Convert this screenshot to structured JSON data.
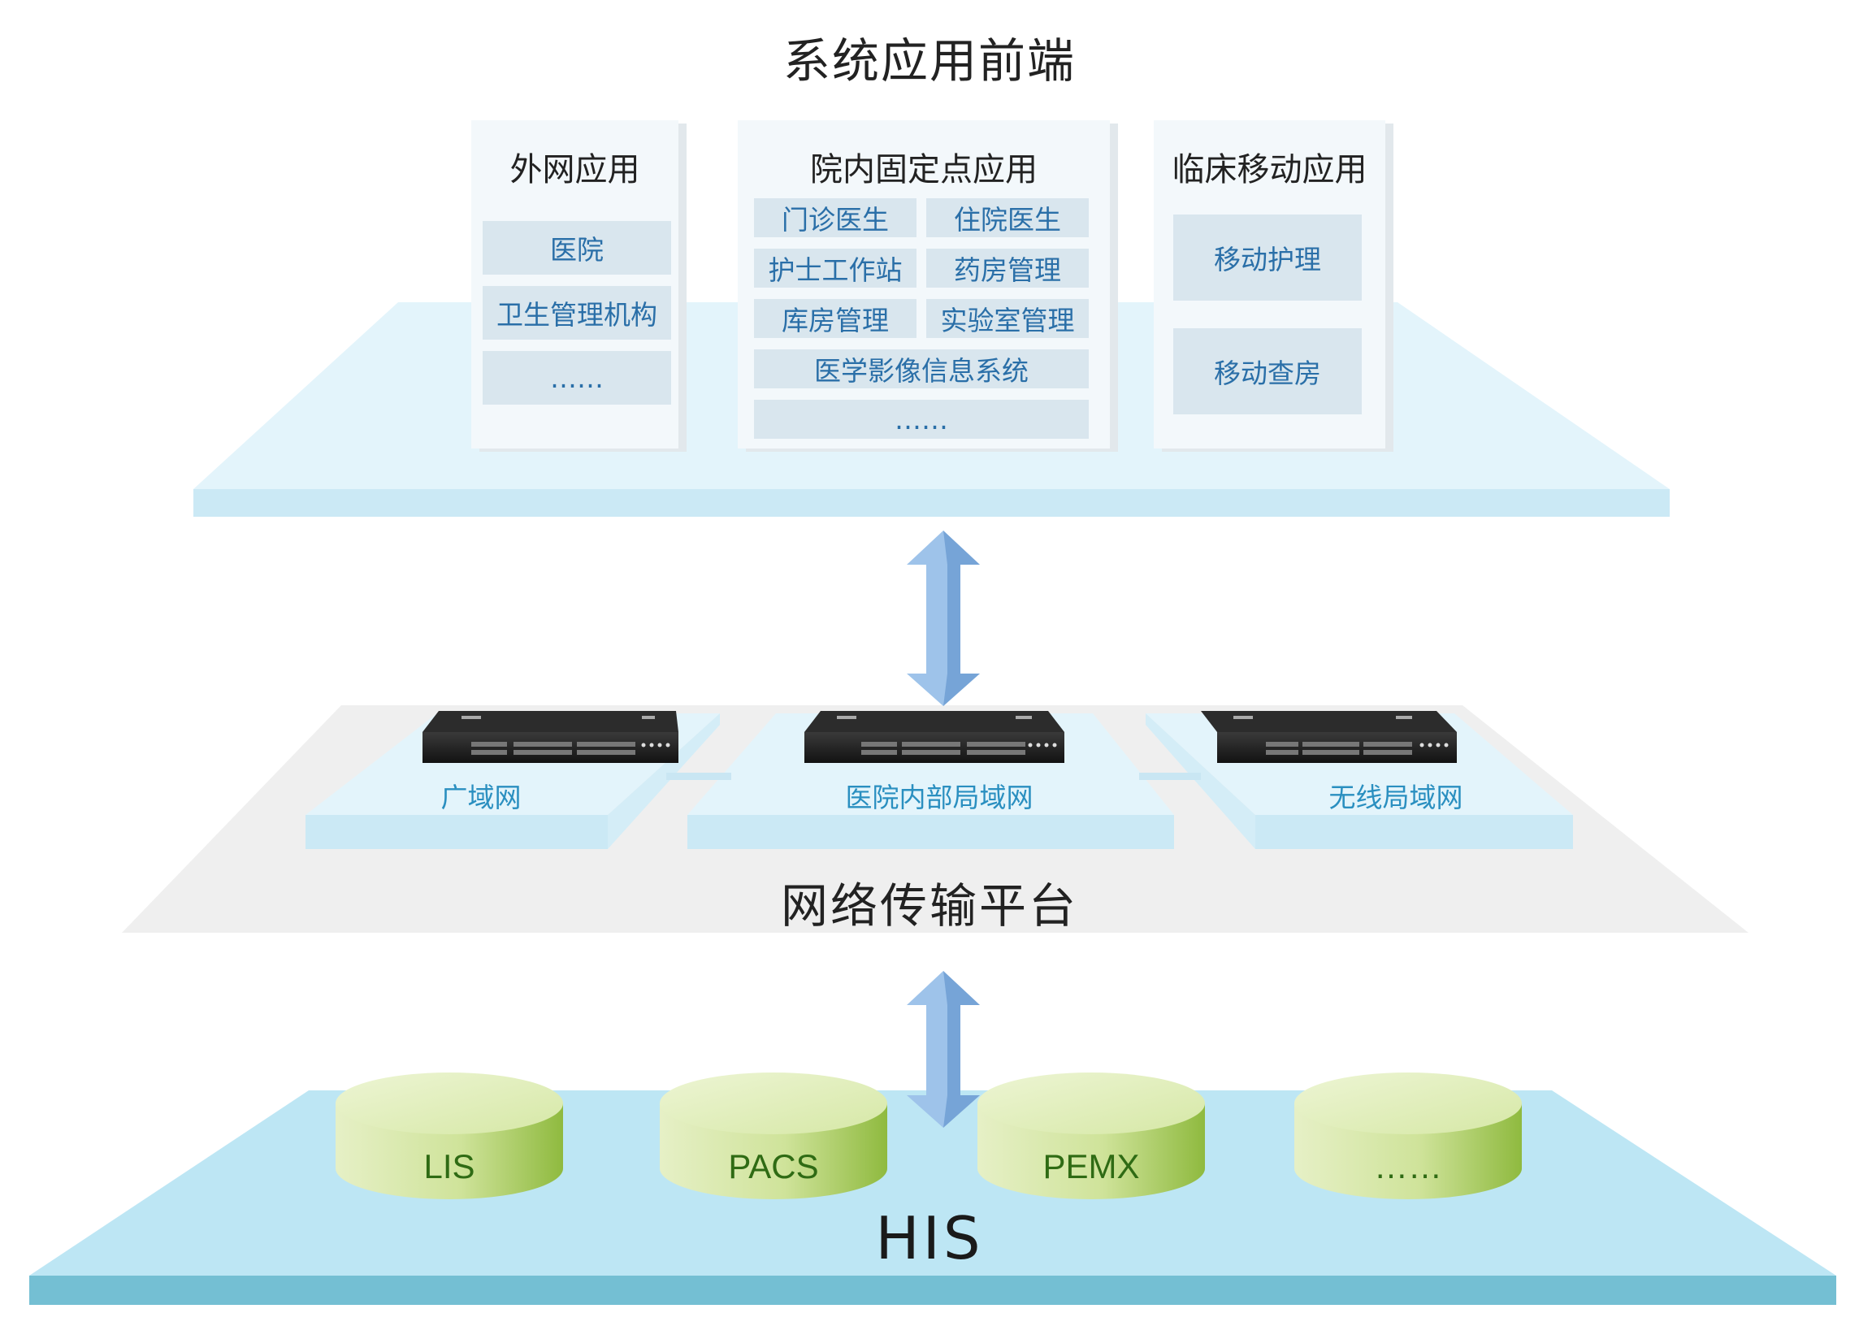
{
  "frontend": {
    "title": "系统应用前端",
    "external": {
      "title": "外网应用",
      "items": [
        "医院",
        "卫生管理机构",
        "……"
      ]
    },
    "internal": {
      "title": "院内固定点应用",
      "items": [
        "门诊医生",
        "住院医生",
        "护士工作站",
        "药房管理",
        "库房管理",
        "实验室管理",
        "医学影像信息系统",
        "……"
      ]
    },
    "mobile": {
      "title": "临床移动应用",
      "items": [
        "移动护理",
        "移动查房"
      ]
    }
  },
  "network": {
    "title": "网络传输平台",
    "segments": [
      "广域网",
      "医院内部局域网",
      "无线局域网"
    ]
  },
  "his": {
    "title": "HIS",
    "databases": [
      "LIS",
      "PACS",
      "PEMX",
      "……"
    ]
  },
  "colors": {
    "platform_top": "#e3f4fb",
    "platform_edge": "#cbe9f5",
    "network_platform": "#efefef",
    "his_platform": "#bde6f4",
    "his_edge": "#74bfd3",
    "card_bg": "#f3f8fb",
    "cell_bg": "#d9e6ee",
    "cell_text": "#2a6fa8",
    "arrow": "#9ec3ea",
    "arrow_dark": "#5b8fc9",
    "db_light": "#e4efc0",
    "db_dark": "#95c04a",
    "db_text": "#2f6b14"
  }
}
